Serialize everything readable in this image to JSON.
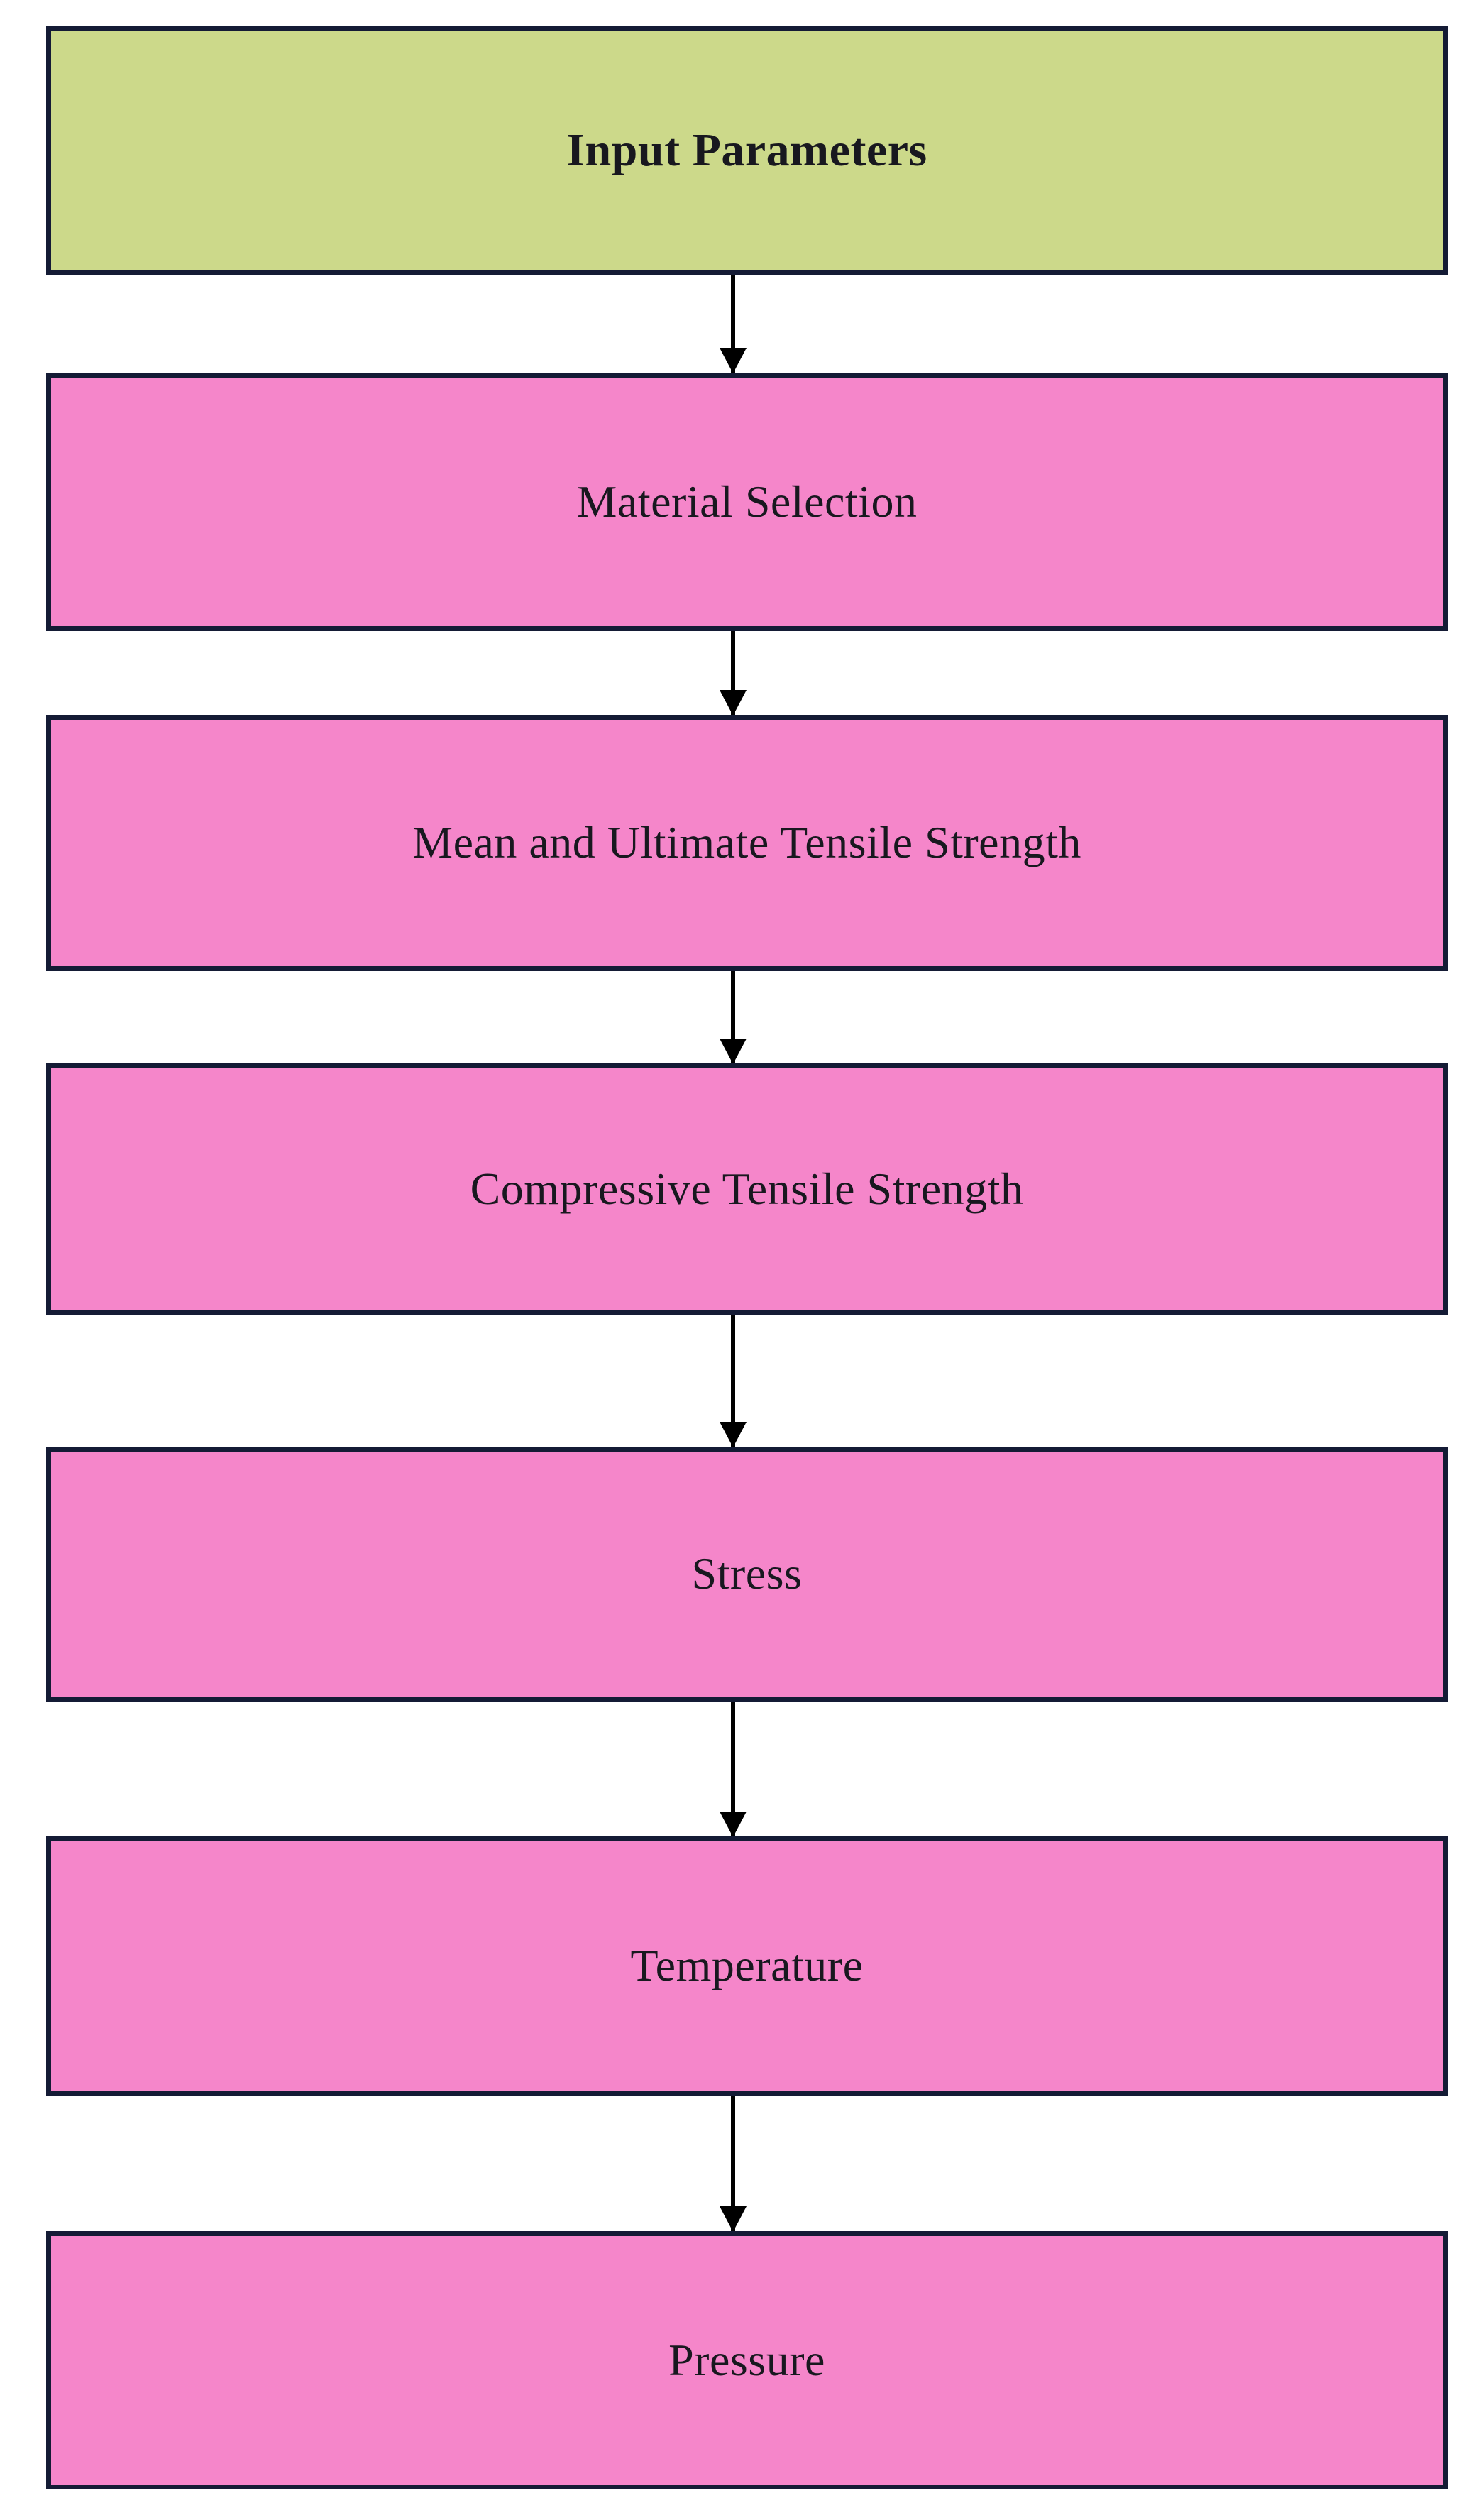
{
  "diagram": {
    "title": "Input Parameters Flowchart",
    "orientation": "top-to-bottom",
    "background_color": "#ffffff",
    "border_color": "#141b35",
    "arrow_color": "#000000",
    "start_node_color": "#ccd98a",
    "step_node_color": "#f586ca",
    "nodes": [
      {
        "id": "input-parameters",
        "label": "Input Parameters",
        "type": "start",
        "fill": "#ccd98a",
        "bold": true
      },
      {
        "id": "material-selection",
        "label": "Material Selection",
        "type": "step",
        "fill": "#f586ca",
        "bold": false
      },
      {
        "id": "mean-ultimate-tensile-strength",
        "label": "Mean and Ultimate Tensile Strength",
        "type": "step",
        "fill": "#f586ca",
        "bold": false
      },
      {
        "id": "compressive-tensile-strength",
        "label": "Compressive Tensile Strength",
        "type": "step",
        "fill": "#f586ca",
        "bold": false
      },
      {
        "id": "stress",
        "label": "Stress",
        "type": "step",
        "fill": "#f586ca",
        "bold": false
      },
      {
        "id": "temperature",
        "label": "Temperature",
        "type": "step",
        "fill": "#f586ca",
        "bold": false
      },
      {
        "id": "pressure",
        "label": "Pressure",
        "type": "step",
        "fill": "#f586ca",
        "bold": false
      }
    ],
    "edges": [
      {
        "from": "input-parameters",
        "to": "material-selection",
        "style": "solid-arrow"
      },
      {
        "from": "material-selection",
        "to": "mean-ultimate-tensile-strength",
        "style": "solid-arrow"
      },
      {
        "from": "mean-ultimate-tensile-strength",
        "to": "compressive-tensile-strength",
        "style": "solid-arrow"
      },
      {
        "from": "compressive-tensile-strength",
        "to": "stress",
        "style": "solid-arrow"
      },
      {
        "from": "stress",
        "to": "temperature",
        "style": "solid-arrow"
      },
      {
        "from": "temperature",
        "to": "pressure",
        "style": "solid-arrow"
      }
    ]
  }
}
